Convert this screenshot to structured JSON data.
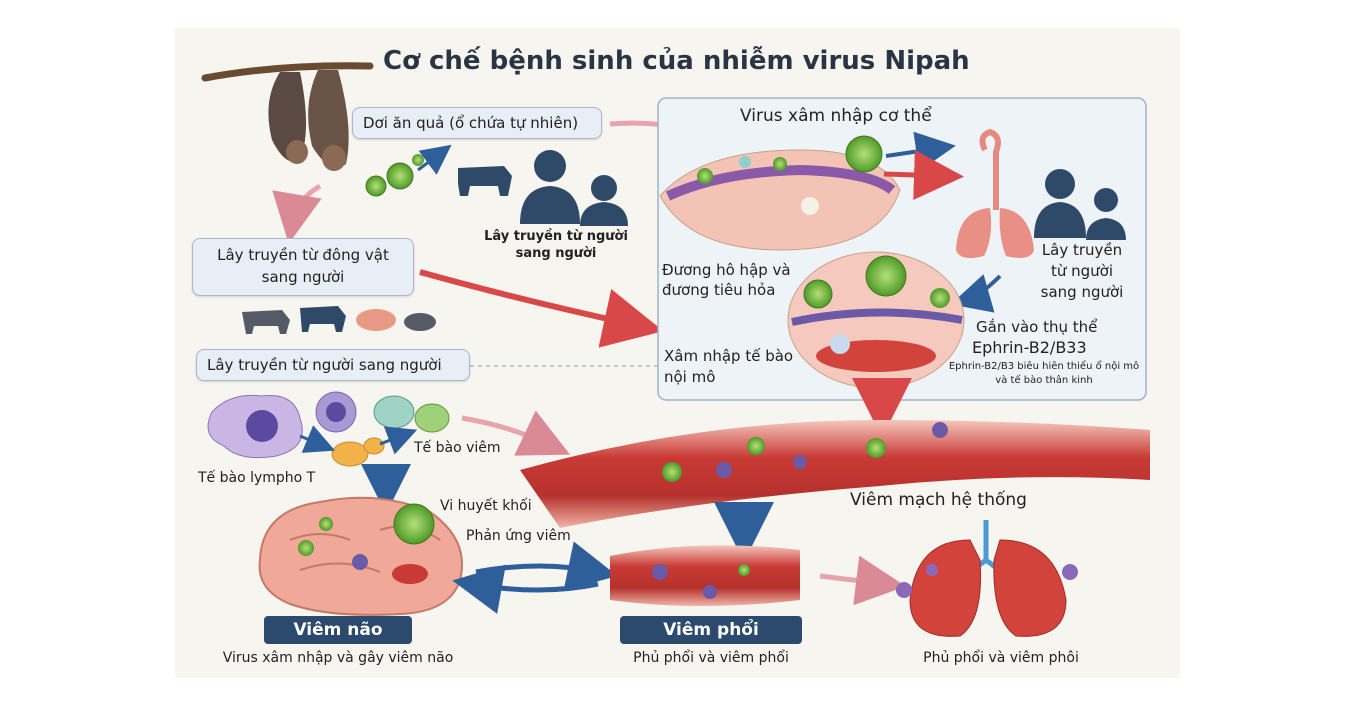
{
  "title": "Cơ chế bệnh sinh của nhiễm virus Nipah",
  "labels": {
    "reservoir": "Dơi ăn quả (ổ chứa tự nhiên)",
    "human_to_human_top": "Lây truyền từ người sang người",
    "animal_to_human": "Lây truyền từ đông vật sang người",
    "human_to_human_box": "Lây truyền từ người sang người",
    "virus_entry": "Virus xâm nhập cơ thể",
    "respiratory_digestive": "Đương hô hập và đương tiêu hỏa",
    "right_human_to_human": "Lây truyền từ người sang người",
    "receptor_binding": "Gắn vào thụ thể",
    "receptor_name": "Ephrin-B2/B33",
    "receptor_note": "Ephrin-B2/B3 biêu hiên thiểu ổ nội mô và tế bào thân kinh",
    "endothelial_entry": "Xâm nhập tế bào nội mô",
    "inflammatory_cells": "Tế bào viêm",
    "t_lymphocyte": "Tế bào lympho T",
    "microthrombus": "Vi huyết khối",
    "inflammatory_reaction": "Phản ứng viêm",
    "systemic_vasculitis": "Viêm mạch hệ thống"
  },
  "outcomes": [
    {
      "label": "Viêm não",
      "caption": "Virus xâm nhập và gây viêm não"
    },
    {
      "label": "Viêm phổi",
      "caption": "Phủ phổi và viêm phổi"
    },
    {
      "label": "",
      "caption": "Phủ phổi và viêm phôi"
    }
  ],
  "colors": {
    "panel_bg": "#f7f5f0",
    "box_bg": "#e8eef6",
    "box_border": "#aab6c8",
    "pill_bg": "#2c4a6e",
    "arrow_red": "#d94848",
    "arrow_blue": "#2e5f9a",
    "virus_green": "#6bbd3a",
    "vessel_red": "#c93a35",
    "tissue_pink": "#f0a898"
  },
  "icons": [
    "bat-icon",
    "virus-icon",
    "cow-icon",
    "people-icon",
    "pig-icon",
    "lungs-icon",
    "brain-icon",
    "blood-vessel-icon",
    "cell-icon"
  ]
}
